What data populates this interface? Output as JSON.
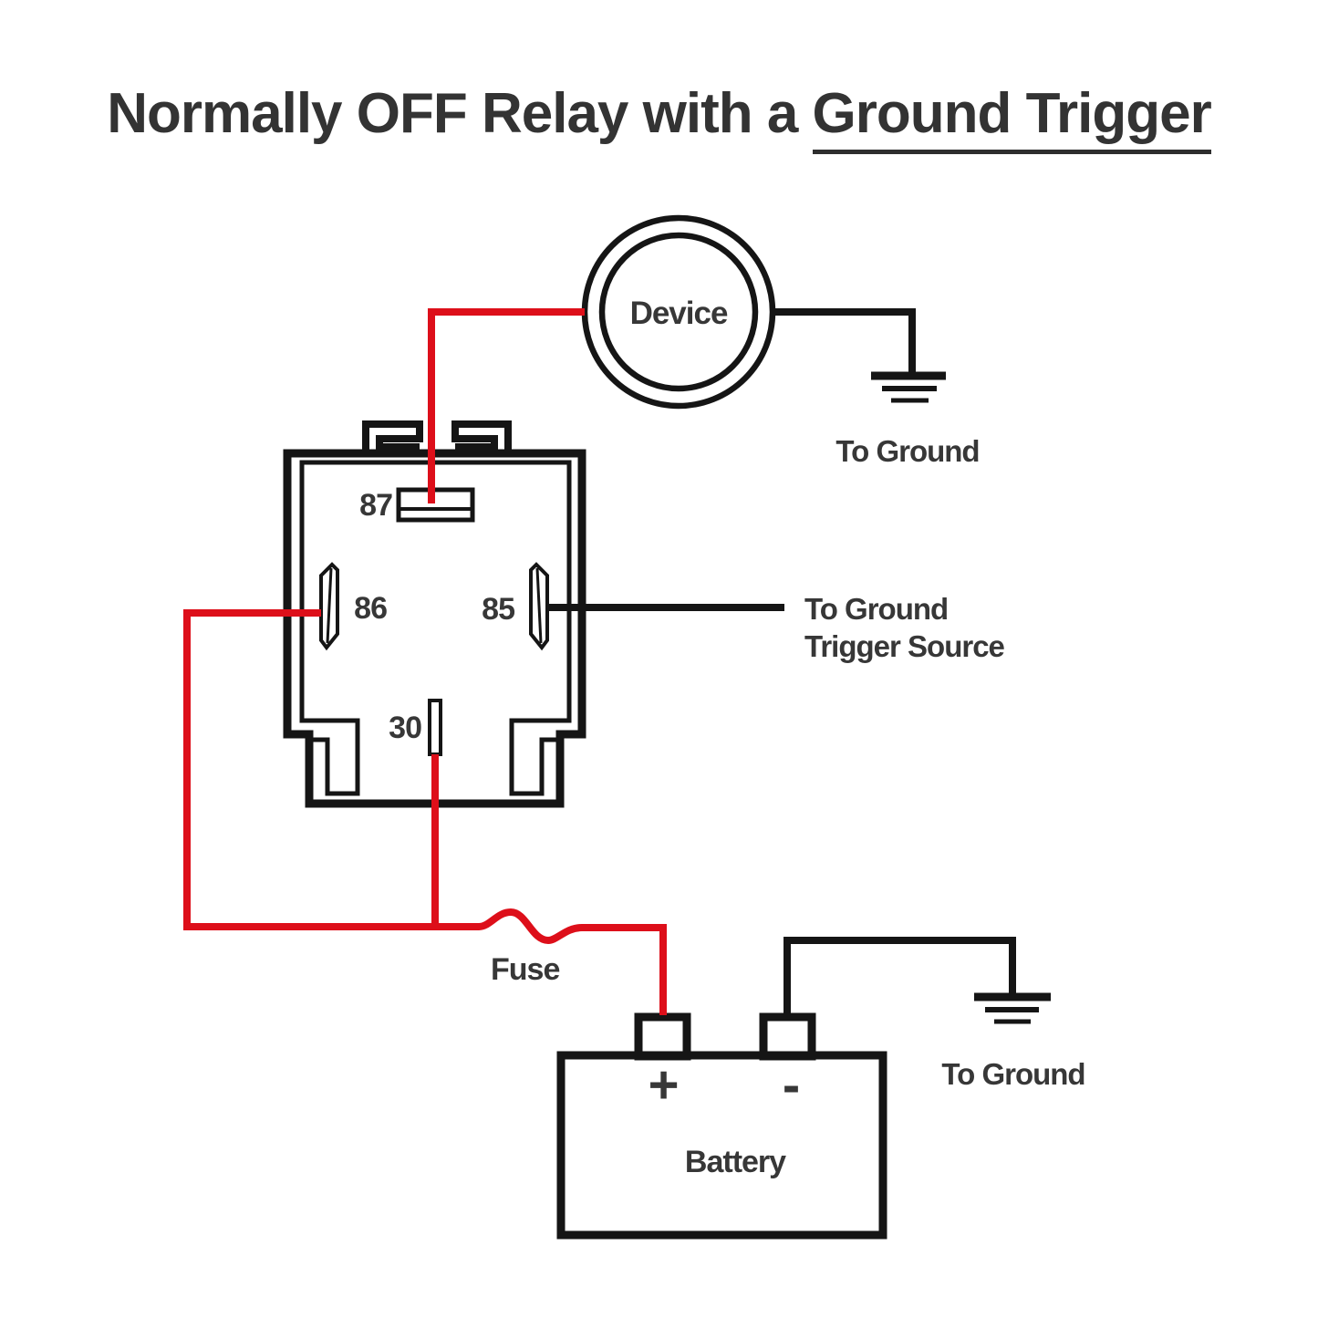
{
  "title": {
    "normal": "Normally OFF Relay with a ",
    "underlined": "Ground Trigger"
  },
  "device": {
    "label": "Device"
  },
  "relay": {
    "terminal_87": "87",
    "terminal_86": "86",
    "terminal_85": "85",
    "terminal_30": "30"
  },
  "wiring": {
    "device_ground_label": "To Ground",
    "trigger_label_line1": "To Ground",
    "trigger_label_line2": "Trigger Source",
    "fuse_label": "Fuse",
    "battery_ground_label": "To Ground"
  },
  "battery": {
    "label": "Battery",
    "positive": "+",
    "negative": "-"
  },
  "colors": {
    "hot_wire": "#dd0f1a",
    "ground_wire": "#151515",
    "text": "#373737",
    "background": "#ffffff"
  }
}
